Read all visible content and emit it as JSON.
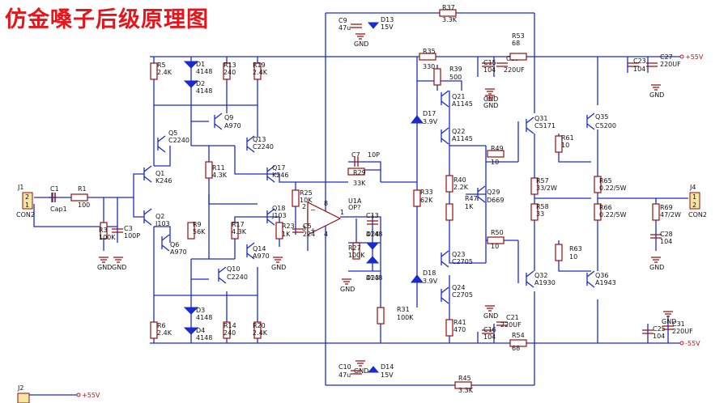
{
  "title": "仿金嗓子后级原理图",
  "power": {
    "pos": "+55V",
    "neg": "-55V"
  },
  "ground": "GND",
  "connectors": {
    "j1": {
      "ref": "J1",
      "type": "CON2",
      "pin1": "1",
      "pin2": "2"
    },
    "j2": {
      "ref": "J2"
    },
    "j4": {
      "ref": "J4",
      "type": "CON2",
      "pin1": "1",
      "pin2": "2"
    }
  },
  "components": [
    {
      "id": "r1",
      "ref": "R1",
      "value": "100"
    },
    {
      "id": "c1",
      "ref": "C1",
      "value": "Cap1"
    },
    {
      "id": "r3",
      "ref": "R3",
      "value": "100K"
    },
    {
      "id": "c3",
      "ref": "C3",
      "value": "100P"
    },
    {
      "id": "q1",
      "ref": "Q1",
      "value": "K246"
    },
    {
      "id": "q2",
      "ref": "Q2",
      "value": "J103"
    },
    {
      "id": "r5",
      "ref": "R5",
      "value": "2.4K"
    },
    {
      "id": "d1",
      "ref": "D1",
      "value": "4148"
    },
    {
      "id": "d2",
      "ref": "D2",
      "value": "4148"
    },
    {
      "id": "r13",
      "ref": "R13",
      "value": "240"
    },
    {
      "id": "r19",
      "ref": "R19",
      "value": "2.4K"
    },
    {
      "id": "q9",
      "ref": "Q9",
      "value": "A970"
    },
    {
      "id": "q5",
      "ref": "Q5",
      "value": "C2240"
    },
    {
      "id": "q13",
      "ref": "Q13",
      "value": "C2240"
    },
    {
      "id": "r11",
      "ref": "R11",
      "value": "4.3K"
    },
    {
      "id": "q17",
      "ref": "Q17",
      "value": "K246"
    },
    {
      "id": "q18",
      "ref": "Q18",
      "value": "J103"
    },
    {
      "id": "r9",
      "ref": "R9",
      "value": "56K"
    },
    {
      "id": "r17",
      "ref": "R17",
      "value": "4.3K"
    },
    {
      "id": "q6",
      "ref": "Q6",
      "value": "A970"
    },
    {
      "id": "q14",
      "ref": "Q14",
      "value": "A970"
    },
    {
      "id": "q10",
      "ref": "Q10",
      "value": "C2240"
    },
    {
      "id": "d3",
      "ref": "D3",
      "value": "4148"
    },
    {
      "id": "d4",
      "ref": "D4",
      "value": "4148"
    },
    {
      "id": "r6",
      "ref": "R6",
      "value": "2.4K"
    },
    {
      "id": "r14",
      "ref": "R14",
      "value": "240"
    },
    {
      "id": "r20",
      "ref": "R20",
      "value": "2.4K"
    },
    {
      "id": "c9",
      "ref": "C9",
      "value": "47u"
    },
    {
      "id": "d13",
      "ref": "D13",
      "value": "15V"
    },
    {
      "id": "c10",
      "ref": "C10",
      "value": "47u"
    },
    {
      "id": "d14",
      "ref": "D14",
      "value": "15V"
    },
    {
      "id": "r37",
      "ref": "R37",
      "value": "3.3K"
    },
    {
      "id": "r45",
      "ref": "R45",
      "value": "3.3K"
    },
    {
      "id": "c7",
      "ref": "C7",
      "value": "10P"
    },
    {
      "id": "r29",
      "ref": "R29",
      "value": "33K"
    },
    {
      "id": "r25",
      "ref": "R25",
      "value": "10K"
    },
    {
      "id": "r23",
      "ref": "R23",
      "value": "1K"
    },
    {
      "id": "c5",
      "ref": "C5",
      "value": "224"
    },
    {
      "id": "u1a",
      "ref": "U1A",
      "value": "OP?"
    },
    {
      "id": "c13",
      "ref": "C13",
      "value": ""
    },
    {
      "id": "r27",
      "ref": "R27",
      "value": "100K"
    },
    {
      "id": "d24",
      "ref": "D24",
      "value": "4148"
    },
    {
      "id": "d23",
      "ref": "D23",
      "value": "4148"
    },
    {
      "id": "r31",
      "ref": "R31",
      "value": "100K"
    },
    {
      "id": "r35",
      "ref": "R35",
      "value": "330"
    },
    {
      "id": "r39",
      "ref": "R39",
      "value": "500"
    },
    {
      "id": "c15",
      "ref": "C15",
      "value": "104"
    },
    {
      "id": "c19",
      "ref": "C19",
      "value": "220UF"
    },
    {
      "id": "r53",
      "ref": "R53",
      "value": "68"
    },
    {
      "id": "q21",
      "ref": "Q21",
      "value": "A1145"
    },
    {
      "id": "q22",
      "ref": "Q22",
      "value": "A1145"
    },
    {
      "id": "d17",
      "ref": "D17",
      "value": "3.9V"
    },
    {
      "id": "r33",
      "ref": "R33",
      "value": "62K"
    },
    {
      "id": "r40",
      "ref": "R40",
      "value": "2.2K"
    },
    {
      "id": "r47",
      "ref": "R47",
      "value": "1K"
    },
    {
      "id": "q29",
      "ref": "Q29",
      "value": "D669"
    },
    {
      "id": "q23",
      "ref": "Q23",
      "value": "C2705"
    },
    {
      "id": "q24",
      "ref": "Q24",
      "value": "C2705"
    },
    {
      "id": "d18",
      "ref": "D18",
      "value": "3.9V"
    },
    {
      "id": "r41",
      "ref": "R41",
      "value": "470"
    },
    {
      "id": "c16",
      "ref": "C16",
      "value": "104"
    },
    {
      "id": "c21",
      "ref": "C21",
      "value": "220UF"
    },
    {
      "id": "r54",
      "ref": "R54",
      "value": "68"
    },
    {
      "id": "r49",
      "ref": "R49",
      "value": "10"
    },
    {
      "id": "r50",
      "ref": "R50",
      "value": "10"
    },
    {
      "id": "q31",
      "ref": "Q31",
      "value": "C5171"
    },
    {
      "id": "q32",
      "ref": "Q32",
      "value": "A1930"
    },
    {
      "id": "r57",
      "ref": "R57",
      "value": "33/2W"
    },
    {
      "id": "r58",
      "ref": "R58",
      "value": "33"
    },
    {
      "id": "r61",
      "ref": "R61",
      "value": "10"
    },
    {
      "id": "r63",
      "ref": "R63",
      "value": "10"
    },
    {
      "id": "q35",
      "ref": "Q35",
      "value": "C5200"
    },
    {
      "id": "q36",
      "ref": "Q36",
      "value": "A1943"
    },
    {
      "id": "r65",
      "ref": "R65",
      "value": "0.22/5W"
    },
    {
      "id": "r66",
      "ref": "R66",
      "value": "0.22/5W"
    },
    {
      "id": "c23",
      "ref": "C23",
      "value": "104"
    },
    {
      "id": "c27",
      "ref": "C27",
      "value": "220UF"
    },
    {
      "id": "r69",
      "ref": "R69",
      "value": "47/2W"
    },
    {
      "id": "c28",
      "ref": "C28",
      "value": "104"
    },
    {
      "id": "c25",
      "ref": "C25",
      "value": "104"
    },
    {
      "id": "c31",
      "ref": "C31",
      "value": "220UF"
    }
  ],
  "opamp_pins": {
    "inv": "2",
    "noninv": "3",
    "out": "1",
    "vp": "8",
    "vn": "4"
  },
  "colors": {
    "title": "#e8141b",
    "wire": "#1a2bd0",
    "body": "#9b0e0e",
    "power": "#c0171d"
  }
}
